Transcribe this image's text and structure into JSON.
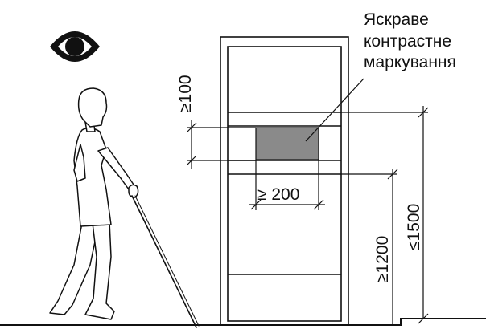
{
  "callout": {
    "line1": "Яскраве",
    "line2": "контрастне",
    "line3": "маркування"
  },
  "dimensions": {
    "marking_height": "≥100",
    "marking_width": "≥ 200",
    "marking_bottom_height": "≥1200",
    "marking_top_height": "≤1500"
  },
  "icons": {
    "eye": "eye-icon",
    "person": "person-with-white-cane-icon"
  },
  "colors": {
    "marking_fill": "#8a8a8a",
    "line": "#111111"
  }
}
